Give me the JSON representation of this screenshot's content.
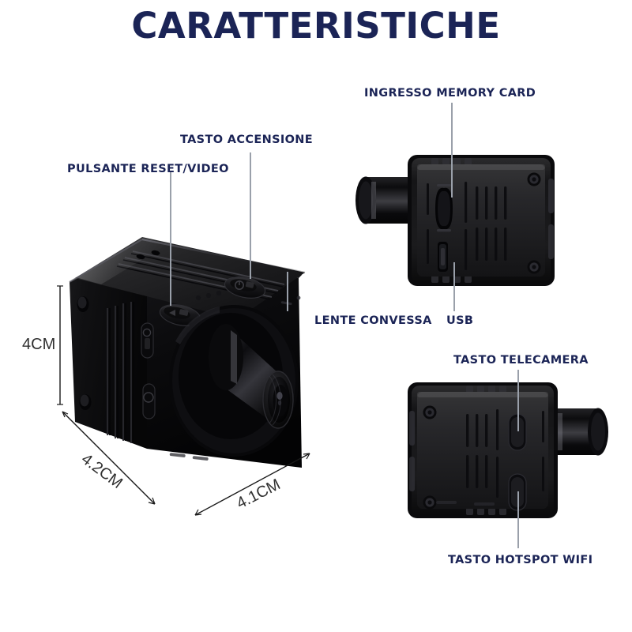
{
  "page": {
    "title": "CARATTERISTICHE",
    "background_color": "#ffffff",
    "accent_color": "#1b2456",
    "dimension_text_color": "#303030",
    "leader_line_color": "#9aa0aa"
  },
  "labels": {
    "reset_video": "PULSANTE RESET/VIDEO",
    "power_button": "TASTO ACCENSIONE",
    "memory_card": "INGRESSO MEMORY CARD",
    "convex_lens": "LENTE CONVESSA",
    "usb": "USB",
    "camera_button": "TASTO TELECAMERA",
    "wifi_hotspot": "TASTO HOTSPOT WIFI"
  },
  "dimensions": {
    "height": "4CM",
    "depth": "4.2CM",
    "width": "4.1CM"
  },
  "views": {
    "main": {
      "name": "isometric-camera-cube",
      "features": [
        "top-oval-button-reset",
        "top-oval-button-power",
        "led-dots",
        "convex-lens-barrel",
        "side-vent-slots",
        "screw-holes"
      ]
    },
    "top_right": {
      "name": "side-view-memory-card-usb",
      "features": [
        "lens-barrel-left",
        "memory-card-slot",
        "usb-port",
        "screws",
        "vent-slots"
      ]
    },
    "bottom_right": {
      "name": "side-view-buttons",
      "features": [
        "lens-barrel-right",
        "oval-button-camera",
        "oval-button-wifi",
        "screws",
        "vent-slots"
      ]
    }
  }
}
